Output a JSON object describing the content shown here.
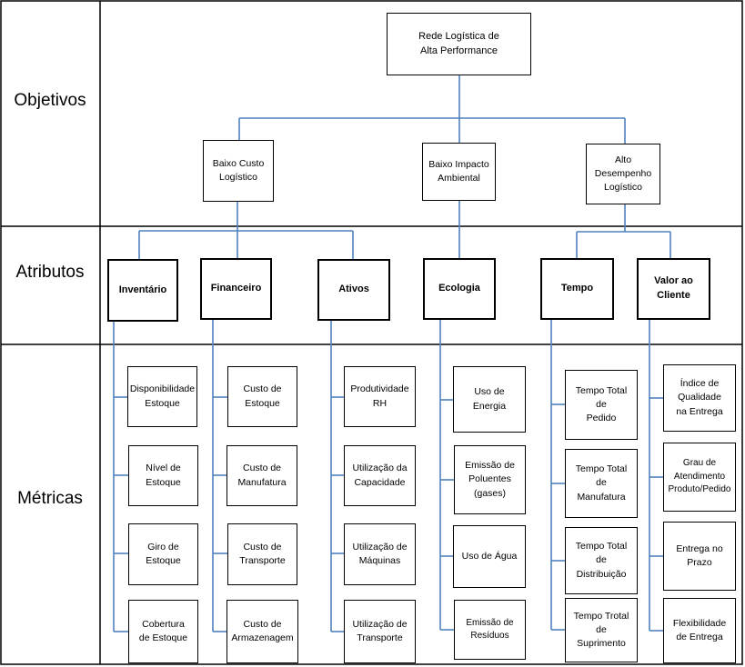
{
  "bands": {
    "objetivos": "Objetivos",
    "atributos": "Atributos",
    "metricas": "Métricas"
  },
  "root": "Rede Logística de\nAlta Performance",
  "objectives": [
    "Baixo Custo\nLogístico",
    "Baixo Impacto\nAmbiental",
    "Alto\nDesempenho\nLogístico"
  ],
  "attributes": [
    "Inventário",
    "Financeiro",
    "Ativos",
    "Ecologia",
    "Tempo",
    "Valor ao\nCliente"
  ],
  "metrics": {
    "inventario": [
      "Disponibilidade\nEstoque",
      "Nível de\nEstoque",
      "Giro de\nEstoque",
      "Cobertura\nde Estoque"
    ],
    "financeiro": [
      "Custo de\nEstoque",
      "Custo de\nManufatura",
      "Custo de\nTransporte",
      "Custo de\nArmazenagem"
    ],
    "ativos": [
      "Produtividade\nRH",
      "Utilização da\nCapacidade",
      "Utilização de\nMáquinas",
      "Utilização de\nTransporte"
    ],
    "ecologia": [
      "Uso de\nEnergia",
      "Emissão de\nPoluentes\n(gases)",
      "Uso de Água",
      "Emissão de\nResíduos"
    ],
    "tempo": [
      "Tempo Total\nde\nPedido",
      "Tempo Total\nde\nManufatura",
      "Tempo Total\nde\nDistribuição",
      "Tempo Trotal\nde\nSuprimento"
    ],
    "valor": [
      "Índice de\nQualidade\nna Entrega",
      "Grau de\nAtendimento\nProduto/Pedido",
      "Entrega no\nPrazo",
      "Flexibilidade\nde Entrega"
    ]
  },
  "colors": {
    "connector": "#4f81bd",
    "border": "#000000"
  }
}
